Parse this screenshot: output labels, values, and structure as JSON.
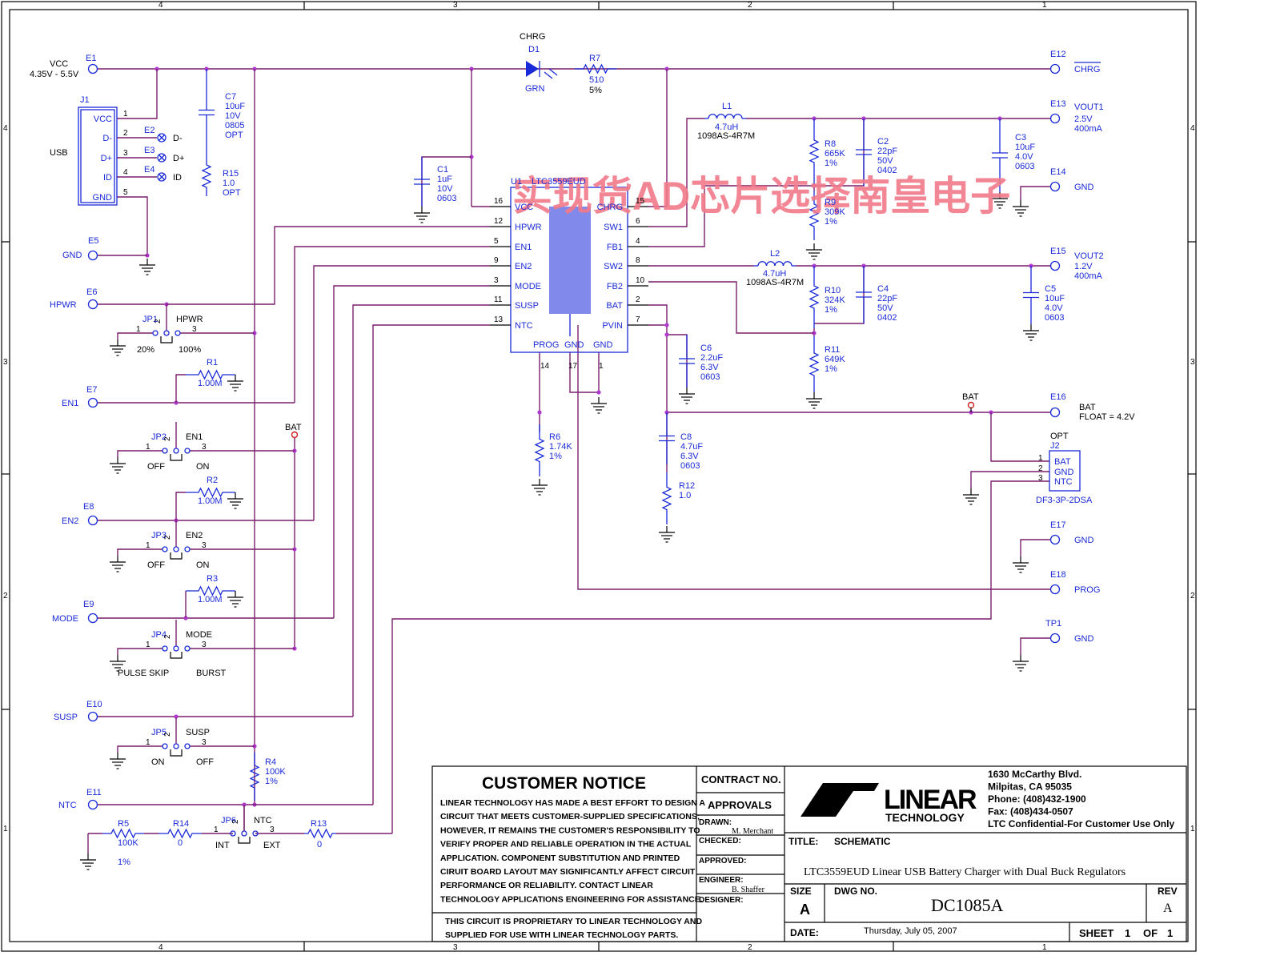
{
  "watermark": "实现货AD芯片选择南皇电子",
  "ic": {
    "ref": "U1",
    "part": "LTC3559EUD",
    "left_pins": [
      {
        "num": "16",
        "name": "VCC"
      },
      {
        "num": "12",
        "name": "HPWR"
      },
      {
        "num": "5",
        "name": "EN1"
      },
      {
        "num": "9",
        "name": "EN2"
      },
      {
        "num": "3",
        "name": "MODE"
      },
      {
        "num": "11",
        "name": "SUSP"
      },
      {
        "num": "13",
        "name": "NTC"
      }
    ],
    "right_pins": [
      {
        "num": "15",
        "name": "CHRG"
      },
      {
        "num": "6",
        "name": "SW1"
      },
      {
        "num": "4",
        "name": "FB1"
      },
      {
        "num": "8",
        "name": "SW2"
      },
      {
        "num": "10",
        "name": "FB2"
      },
      {
        "num": "2",
        "name": "BAT"
      },
      {
        "num": "7",
        "name": "PVIN"
      }
    ],
    "bottom_pins": [
      {
        "num": "14",
        "name": "PROG"
      },
      {
        "num": "17",
        "name": "GND"
      },
      {
        "num": "1",
        "name": "GND"
      }
    ]
  },
  "connector_j1": {
    "ref": "J1",
    "label": "USB",
    "pins": [
      {
        "num": "1",
        "name": "VCC"
      },
      {
        "num": "2",
        "name": "D-"
      },
      {
        "num": "3",
        "name": "D+"
      },
      {
        "num": "4",
        "name": "ID"
      },
      {
        "num": "5",
        "name": "GND"
      }
    ]
  },
  "testpoints_usb": [
    {
      "ref": "E2",
      "label": "D-"
    },
    {
      "ref": "E3",
      "label": "D+"
    },
    {
      "ref": "E4",
      "label": "ID"
    }
  ],
  "left_terminals": [
    {
      "ref": "E1",
      "label": "VCC",
      "sub": "4.35V - 5.5V"
    },
    {
      "ref": "E5",
      "label": "GND"
    },
    {
      "ref": "E6",
      "label": "HPWR"
    },
    {
      "ref": "E7",
      "label": "EN1"
    },
    {
      "ref": "E8",
      "label": "EN2"
    },
    {
      "ref": "E9",
      "label": "MODE"
    },
    {
      "ref": "E10",
      "label": "SUSP"
    },
    {
      "ref": "E11",
      "label": "NTC"
    }
  ],
  "right_terminals": [
    {
      "ref": "E12",
      "label": "CHRG"
    },
    {
      "ref": "E13",
      "label": "VOUT1",
      "sub1": "2.5V",
      "sub2": "400mA"
    },
    {
      "ref": "E14",
      "label": "GND"
    },
    {
      "ref": "E15",
      "label": "VOUT2",
      "sub1": "1.2V",
      "sub2": "400mA"
    },
    {
      "ref": "E16",
      "label": "BAT",
      "sub1": "FLOAT = 4.2V"
    },
    {
      "ref": "E17",
      "label": "GND"
    },
    {
      "ref": "E18",
      "label": "PROG"
    },
    {
      "ref": "TP1",
      "label": "GND"
    }
  ],
  "jumpers": [
    {
      "ref": "JP1",
      "title": "HPWR",
      "left": "20%",
      "right": "100%"
    },
    {
      "ref": "JP2",
      "title": "EN1",
      "left": "OFF",
      "right": "ON"
    },
    {
      "ref": "JP3",
      "title": "EN2",
      "left": "OFF",
      "right": "ON"
    },
    {
      "ref": "JP4",
      "title": "MODE",
      "left": "PULSE SKIP",
      "right": "BURST"
    },
    {
      "ref": "JP5",
      "title": "SUSP",
      "left": "ON",
      "right": "OFF"
    },
    {
      "ref": "JP6",
      "title": "NTC",
      "left": "INT",
      "right": "EXT"
    }
  ],
  "components": {
    "C7": [
      "C7",
      "10uF",
      "10V",
      "0805",
      "OPT"
    ],
    "R15": [
      "R15",
      "1.0",
      "OPT"
    ],
    "C1": [
      "C1",
      "1uF",
      "10V",
      "0603"
    ],
    "D1": [
      "CHRG",
      "D1",
      "GRN"
    ],
    "R7": [
      "R7",
      "510",
      "5%"
    ],
    "L1": [
      "L1",
      "4.7uH",
      "1098AS-4R7M"
    ],
    "R8": [
      "R8",
      "665K",
      "1%"
    ],
    "C2": [
      "C2",
      "22pF",
      "50V",
      "0402"
    ],
    "C3": [
      "C3",
      "10uF",
      "4.0V",
      "0603"
    ],
    "R9": [
      "R9",
      "309K",
      "1%"
    ],
    "L2": [
      "L2",
      "4.7uH",
      "1098AS-4R7M"
    ],
    "R10": [
      "R10",
      "324K",
      "1%"
    ],
    "C4": [
      "C4",
      "22pF",
      "50V",
      "0402"
    ],
    "C5": [
      "C5",
      "10uF",
      "4.0V",
      "0603"
    ],
    "R11": [
      "R11",
      "649K",
      "1%"
    ],
    "C6": [
      "C6",
      "2.2uF",
      "6.3V",
      "0603"
    ],
    "R6": [
      "R6",
      "1.74K",
      "1%"
    ],
    "C8": [
      "C8",
      "4.7uF",
      "6.3V",
      "0603"
    ],
    "R12": [
      "R12",
      "1.0"
    ],
    "R1": [
      "R1",
      "1.00M"
    ],
    "R2": [
      "R2",
      "1.00M"
    ],
    "R3": [
      "R3",
      "1.00M"
    ],
    "R4": [
      "R4",
      "100K",
      "1%"
    ],
    "R5": [
      "R5",
      "100K",
      "1%"
    ],
    "R14": [
      "R14",
      "0"
    ],
    "R13": [
      "R13",
      "0"
    ],
    "J2": [
      "OPT",
      "J2",
      "DF3-3P-2DSA"
    ],
    "J2pins": [
      {
        "num": "1",
        "name": "BAT"
      },
      {
        "num": "2",
        "name": "GND"
      },
      {
        "num": "3",
        "name": "NTC"
      }
    ]
  },
  "net_labels": {
    "bat_top": "BAT",
    "bat_right": "BAT"
  },
  "border": {
    "top_zones": [
      "4",
      "3",
      "2",
      "1"
    ],
    "side_zones": [
      "4",
      "3",
      "2",
      "1"
    ]
  },
  "title_block": {
    "notice_title": "CUSTOMER NOTICE",
    "notice_lines": [
      "LINEAR TECHNOLOGY HAS MADE A BEST EFFORT TO DESIGN A",
      "CIRCUIT THAT MEETS CUSTOMER-SUPPLIED SPECIFICATIONS;",
      "HOWEVER, IT REMAINS THE CUSTOMER'S RESPONSIBILITY TO",
      "VERIFY PROPER AND RELIABLE OPERATION IN THE ACTUAL",
      "APPLICATION.  COMPONENT SUBSTITUTION AND PRINTED",
      "CIRUIT BOARD LAYOUT MAY SIGNIFICANTLY AFFECT CIRCUIT",
      "PERFORMANCE OR RELIABILITY.  CONTACT LINEAR",
      "TECHNOLOGY APPLICATIONS ENGINEERING FOR ASSISTANCE."
    ],
    "proprietary_lines": [
      "THIS CIRCUIT IS PROPRIETARY TO LINEAR TECHNOLOGY AND",
      "SUPPLIED FOR USE WITH LINEAR TECHNOLOGY PARTS."
    ],
    "contract_no": "CONTRACT NO.",
    "approvals": "APPROVALS",
    "drawn_label": "DRAWN:",
    "drawn_value": "M. Merchant",
    "checked_label": "CHECKED:",
    "approved_label": "APPROVED:",
    "engineer_label": "ENGINEER:",
    "engineer_value": "B. Shaffer",
    "designer_label": "DESIGNER:",
    "logo_main": "LINEAR",
    "logo_sub": "TECHNOLOGY",
    "address": [
      "1630 McCarthy Blvd.",
      "Milpitas, CA 95035",
      "Phone: (408)432-1900",
      "Fax: (408)434-0507",
      "LTC Confidential-For Customer Use Only"
    ],
    "title_label": "TITLE:",
    "title_value": "SCHEMATIC",
    "description": "LTC3559EUD Linear USB Battery Charger with Dual Buck Regulators",
    "size_label": "SIZE",
    "size_value": "A",
    "dwg_label": "DWG NO.",
    "dwg_value": "DC1085A",
    "rev_label": "REV",
    "rev_value": "A",
    "date_label": "DATE:",
    "date_value": "Thursday, July 05, 2007",
    "sheet_label": "SHEET",
    "sheet_value": "1",
    "of_label": "OF",
    "of_value": "1"
  }
}
